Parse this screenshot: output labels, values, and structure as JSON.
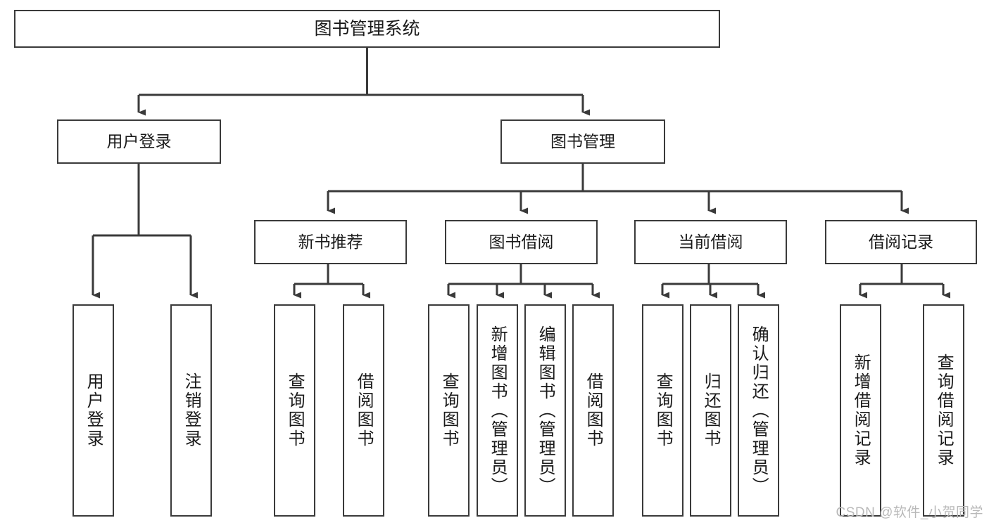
{
  "diagram": {
    "title": "图书管理系统",
    "type": "functional-structure-tree",
    "stroke_color": "#3a3a3a",
    "text_color": "#1a1a1a",
    "background_color": "#ffffff",
    "root": {
      "label": "图书管理系统"
    },
    "level2": [
      {
        "label": "用户登录"
      },
      {
        "label": "图书管理"
      }
    ],
    "level3": [
      {
        "label": "新书推荐"
      },
      {
        "label": "图书借阅"
      },
      {
        "label": "当前借阅"
      },
      {
        "label": "借阅记录"
      }
    ],
    "leaves": {
      "user_login": [
        {
          "label": "用户登录"
        },
        {
          "label": "注销登录"
        }
      ],
      "new_book_recommend": [
        {
          "label": "查询图书"
        },
        {
          "label": "借阅图书"
        }
      ],
      "book_borrow": [
        {
          "label": "查询图书"
        },
        {
          "label": "新增图书（管理员）"
        },
        {
          "label": "编辑图书（管理员）"
        },
        {
          "label": "借阅图书"
        }
      ],
      "current_borrow": [
        {
          "label": "查询图书"
        },
        {
          "label": "归还图书"
        },
        {
          "label": "确认归还（管理员）"
        }
      ],
      "borrow_record": [
        {
          "label": "新增借阅记录"
        },
        {
          "label": "查询借阅记录"
        }
      ]
    }
  },
  "watermark": {
    "text": "CSDN @软件_小贺同学"
  }
}
